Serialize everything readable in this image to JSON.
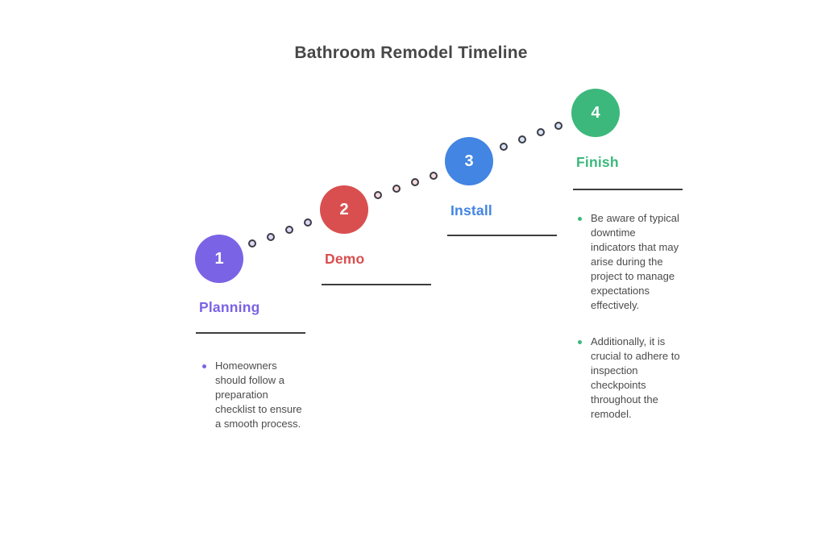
{
  "title": "Bathroom Remodel Timeline",
  "steps": [
    {
      "number": "1",
      "label": "Planning",
      "accent_color": "#7B63E6",
      "bullets": [
        "Homeowners should follow a preparation checklist to ensure a smooth process."
      ]
    },
    {
      "number": "2",
      "label": "Demo",
      "accent_color": "#D94F4F",
      "bullets": []
    },
    {
      "number": "3",
      "label": "Install",
      "accent_color": "#4285E2",
      "bullets": []
    },
    {
      "number": "4",
      "label": "Finish",
      "accent_color": "#3CB87C",
      "bullets": [
        "Be aware of typical downtime indicators that may arise during the project to manage expectations effectively.",
        "Additionally, it is crucial to adhere to inspection checkpoints throughout the remodel."
      ]
    }
  ],
  "connector_segments": [
    {
      "from": "Planning",
      "to": "Demo",
      "dot_fill": "#DDD8F6",
      "dot_outline": "#3B3B45",
      "dot_count": 4
    },
    {
      "from": "Demo",
      "to": "Install",
      "dot_fill": "#F7DADA",
      "dot_outline": "#3B3B45",
      "dot_count": 4
    },
    {
      "from": "Install",
      "to": "Finish",
      "dot_fill": "#D8E3F6",
      "dot_outline": "#3B3B45",
      "dot_count": 4
    }
  ],
  "colors": {
    "background": "#FFFFFF",
    "title_text": "#474747",
    "body_text": "#4B4B4B",
    "divider_line": "#3D3D3D",
    "step_number_text": "#FFFFFF"
  }
}
